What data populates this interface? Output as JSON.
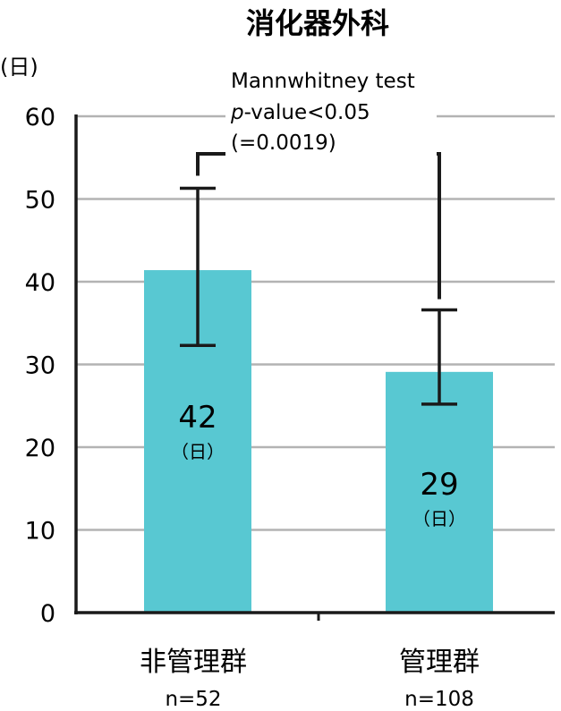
{
  "chart_data": {
    "type": "bar",
    "title": "消化器外科",
    "ylabel": "(日)",
    "ylim": [
      0,
      60
    ],
    "yticks": [
      0,
      10,
      20,
      30,
      40,
      50,
      60
    ],
    "grid": true,
    "categories": [
      "非管理群",
      "管理群"
    ],
    "sample_sizes": [
      "n=52",
      "n=108"
    ],
    "values": [
      41.4,
      29.1
    ],
    "value_labels": [
      "42",
      "29"
    ],
    "value_unit": "（日）",
    "error_low": [
      32.3,
      25.2
    ],
    "error_high": [
      51.3,
      36.6
    ],
    "colors": {
      "bar": "#58c8d2",
      "grid": "#b3b3b3",
      "axis": "#1a1a1a"
    },
    "annotation": {
      "line1": "Mannwhitney test",
      "line2_italic": "p",
      "line2_rest": "-value<0.05",
      "line3": "(=0.0019)"
    }
  }
}
